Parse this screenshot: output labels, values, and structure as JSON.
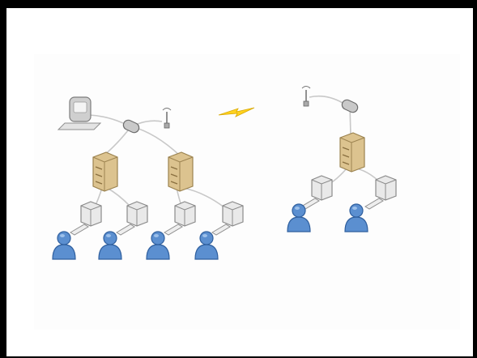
{
  "diagram": {
    "type": "network-topology",
    "colors": {
      "frame_border": "#000000",
      "background": "#ffffff",
      "connector": "#c8c8c8",
      "server": "#dcc38f",
      "client_box": "#e9e9e9",
      "user": "#5b8fd0",
      "link_bolt": "#ffd21f"
    },
    "networks": [
      {
        "id": "left",
        "has_admin_workstation": true,
        "servers": 2,
        "switches_per_server": 2,
        "users_per_switch": 1
      },
      {
        "id": "right",
        "has_admin_workstation": false,
        "servers": 1,
        "switches_per_server": 2,
        "users_per_switch": 1
      }
    ],
    "link": {
      "icon": "lightning-bolt-icon",
      "between": [
        "left",
        "right"
      ]
    }
  }
}
